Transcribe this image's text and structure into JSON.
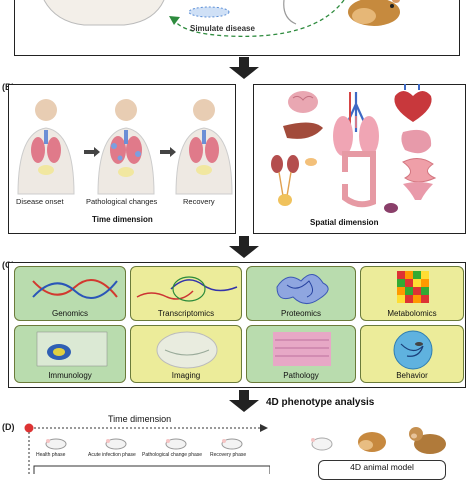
{
  "panel_a": {
    "caption": "Simulate disease"
  },
  "panel_b": {
    "letter": "(B)",
    "time_steps": [
      "Disease onset",
      "Pathological changes",
      "Recovery"
    ],
    "time_title": "Time dimension",
    "spatial_title": "Spatial dimension"
  },
  "panel_c": {
    "letter": "(C)",
    "tiles": [
      {
        "label": "Genomics",
        "color": "#b9dcae"
      },
      {
        "label": "Transcriptomics",
        "color": "#ecec9a"
      },
      {
        "label": "Proteomics",
        "color": "#b9dcae"
      },
      {
        "label": "Metabolomics",
        "color": "#ecec9a"
      },
      {
        "label": "Immunology",
        "color": "#b9dcae"
      },
      {
        "label": "Imaging",
        "color": "#ecec9a"
      },
      {
        "label": "Pathology",
        "color": "#b9dcae"
      },
      {
        "label": "Behavior",
        "color": "#ecec9a"
      }
    ]
  },
  "arrow_label": "4D phenotype analysis",
  "panel_d": {
    "letter": "(D)",
    "time_title": "Time dimension",
    "phases": [
      "Health phase",
      "Acute infection phase",
      "Pathological change phase",
      "Recovery phase"
    ],
    "model_label": "4D animal model"
  }
}
